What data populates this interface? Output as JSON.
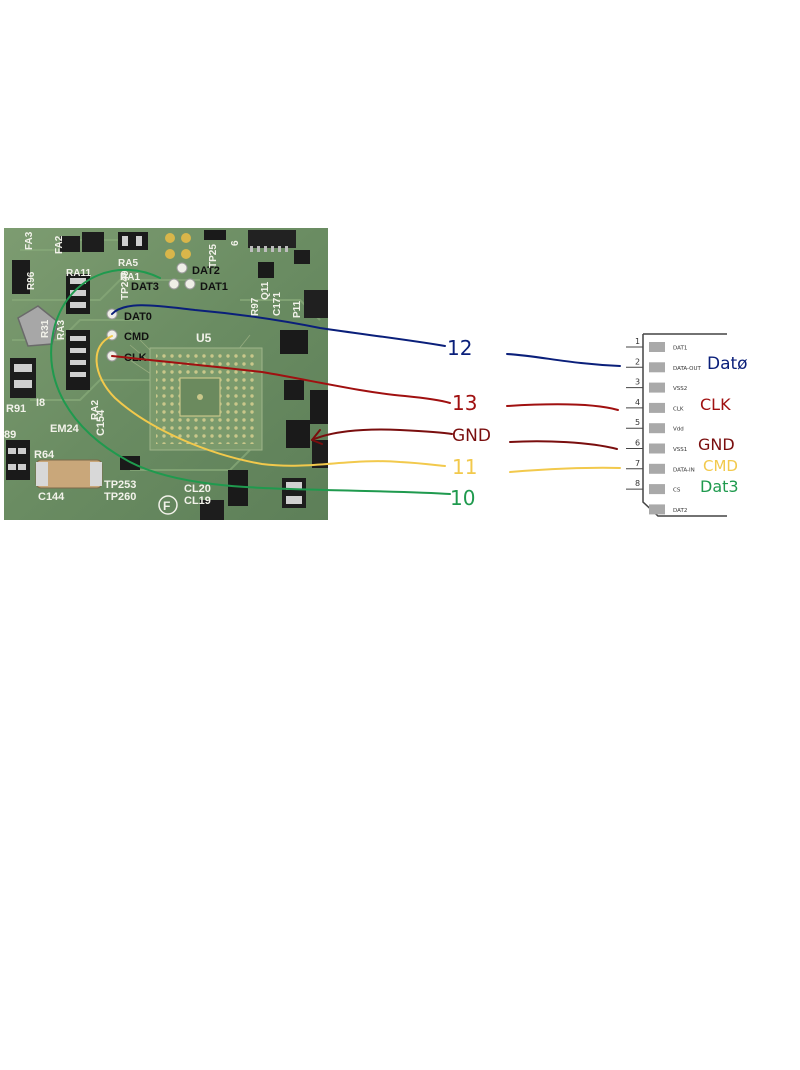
{
  "pcb": {
    "silkscreen": [
      "FA3",
      "FA2",
      "RA5",
      "RA1",
      "R96",
      "RA11",
      "TP249",
      "R31",
      "RA3",
      "RA2",
      "R91",
      "I8",
      "89",
      "EM24",
      "C154",
      "R64",
      "C144",
      "TP253",
      "TP260",
      "U5",
      "CL20",
      "CL19",
      "P11",
      "C171",
      "R97",
      "Q11",
      "TP25",
      "6"
    ],
    "logo_letter": "F",
    "pads": [
      "DAT2",
      "DAT3",
      "DAT1",
      "DAT0",
      "CMD",
      "CLK"
    ]
  },
  "wire_numbers": [
    "12",
    "13",
    "GND",
    "11",
    "10"
  ],
  "card": {
    "pins": [
      {
        "num": "1",
        "name": "DAT1"
      },
      {
        "num": "2",
        "name": "DATA-OUT"
      },
      {
        "num": "3",
        "name": "VSS2"
      },
      {
        "num": "4",
        "name": "CLK"
      },
      {
        "num": "5",
        "name": "Vdd"
      },
      {
        "num": "6",
        "name": "VSS1"
      },
      {
        "num": "7",
        "name": "DATA-IN"
      },
      {
        "num": "8",
        "name": "CS"
      },
      {
        "num": "",
        "name": "DAT2"
      }
    ]
  },
  "annotations": [
    "Datø",
    "CLK",
    "GND",
    "CMD",
    "Dat3"
  ],
  "colors": {
    "blue": "#0a1f7a",
    "red": "#a01010",
    "darkred": "#7a0e0e",
    "yellow": "#f2c94c",
    "green": "#1f9a4e",
    "board": "#6f9266"
  }
}
